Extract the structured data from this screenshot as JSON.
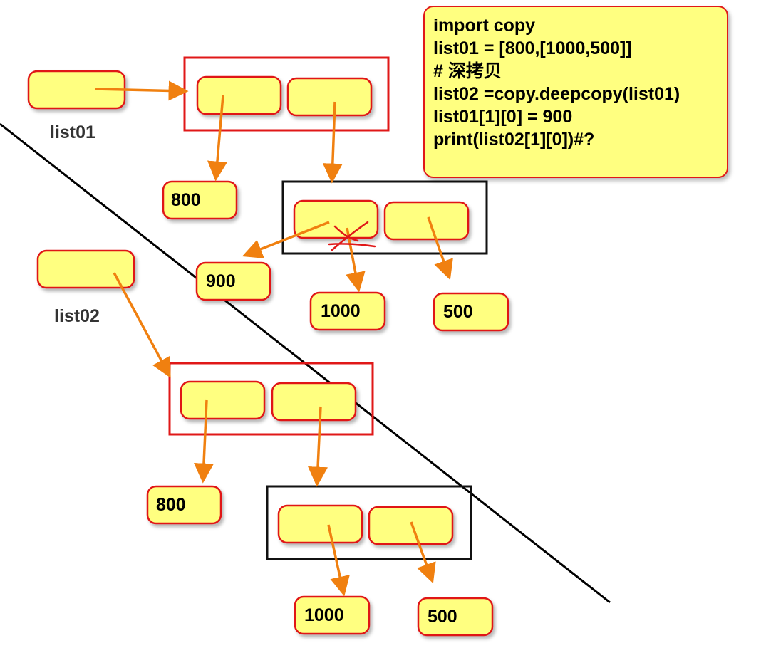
{
  "colors": {
    "cell_fill": "#ffff80",
    "cell_border": "#e01818",
    "outer_list_frame": "#e01818",
    "inner_list_frame": "#111111",
    "arrow": "#f08010",
    "divider": "#000000",
    "cross_mark": "#e01818"
  },
  "code": {
    "lines": [
      "import copy",
      "list01 = [800,[1000,500]]",
      "# 深拷贝",
      "list02 =copy.deepcopy(list01)",
      "list01[1][0] = 900",
      "print(list02[1][0])#?"
    ]
  },
  "list01": {
    "name": "list01",
    "first_value": "800",
    "inner_old_value": "1000",
    "inner_new_value": "900",
    "inner_second_value": "500"
  },
  "list02": {
    "name": "list02",
    "first_value": "800",
    "inner_first_value": "1000",
    "inner_second_value": "500"
  }
}
